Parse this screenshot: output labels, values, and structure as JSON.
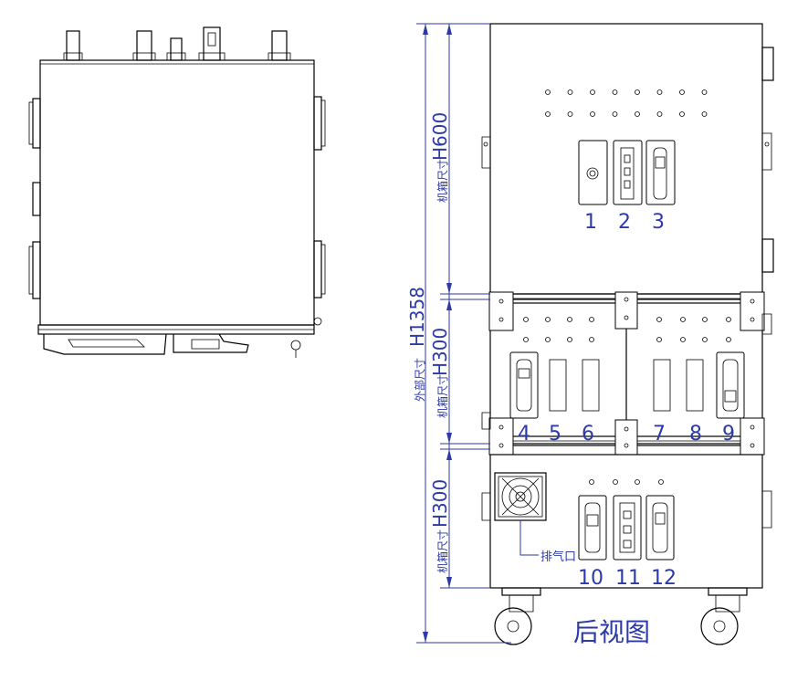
{
  "title": "后视图",
  "dimensions": {
    "total": "H1358",
    "total_prefix": "外部尺寸",
    "top_section": "H600",
    "middle_section": "H300",
    "bottom_section": "H300",
    "section_prefix": "机箱尺寸"
  },
  "vent_label": "排气口",
  "ports": [
    "1",
    "2",
    "3",
    "4",
    "5",
    "6",
    "7",
    "8",
    "9",
    "10",
    "11",
    "12"
  ],
  "colors": {
    "line": "#000000",
    "annotation": "#2b3aa8",
    "background": "#ffffff"
  }
}
